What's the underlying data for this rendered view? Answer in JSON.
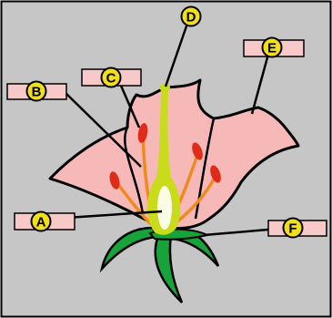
{
  "labels": [
    {
      "letter": "A"
    },
    {
      "letter": "B"
    },
    {
      "letter": "C"
    },
    {
      "letter": "D"
    },
    {
      "letter": "E"
    },
    {
      "letter": "F"
    }
  ],
  "colors": {
    "background": "#c6c6c6",
    "frame": "#000000",
    "petal": "#f7b8b8",
    "petal_outline": "#000000",
    "sepal": "#18a33a",
    "pistil": "#c8dc1c",
    "filament": "#f08a1c",
    "anther": "#e02a1a",
    "label_box": "#f7c9c9",
    "marker": "#f2df1c"
  }
}
